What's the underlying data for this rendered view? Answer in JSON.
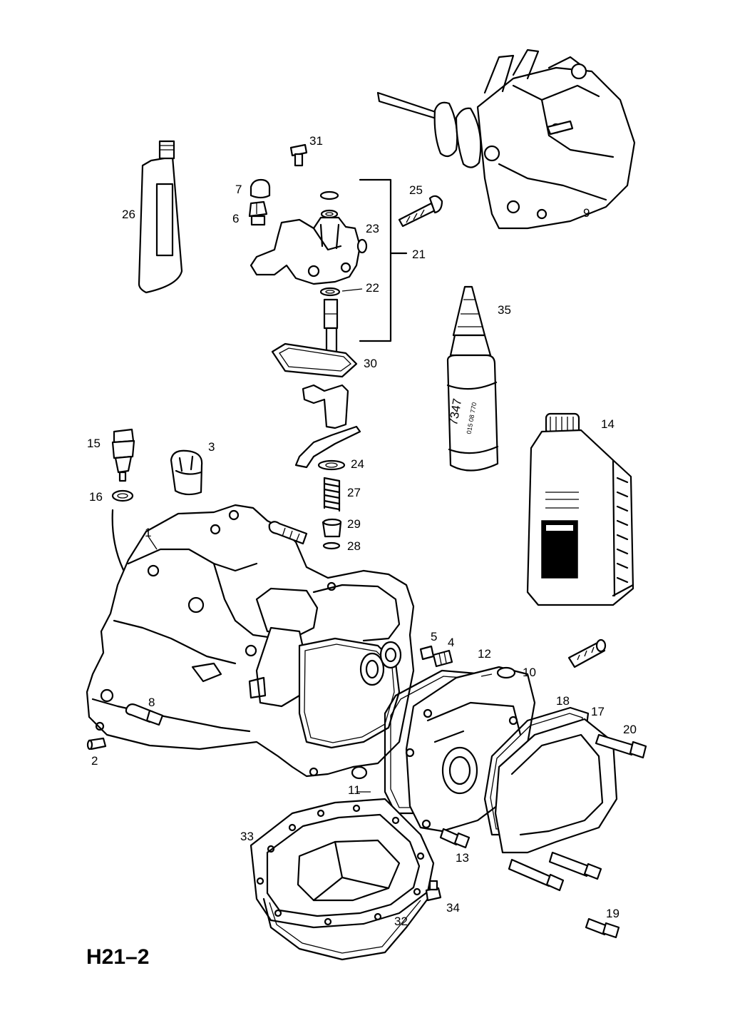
{
  "diagram_code": "H21–2",
  "part_labels": [
    "1",
    "2",
    "3",
    "4",
    "5",
    "6",
    "7",
    "8",
    "9",
    "10",
    "11",
    "12",
    "13",
    "14",
    "15",
    "16",
    "17",
    "18",
    "19",
    "20",
    "21",
    "22",
    "23",
    "24",
    "25",
    "26",
    "27",
    "28",
    "29",
    "30",
    "31",
    "32",
    "33",
    "34",
    "35"
  ],
  "bottle_35_text": [
    "7347",
    "015 08 770"
  ]
}
